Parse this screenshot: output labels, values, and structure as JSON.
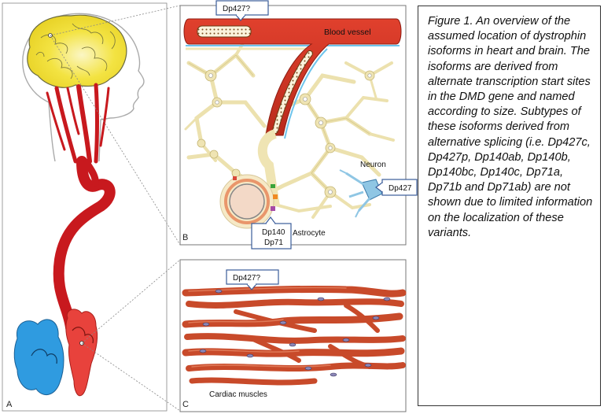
{
  "caption": "Figure 1. An overview of the assumed location of dystrophin isoforms in heart and brain. The isoforms are derived from alternate transcription start sites in the DMD gene and named according to size. Subtypes of these isoforms derived from alternative splicing (i.e. Dp427c, Dp427p, Dp140ab, Dp140b, Dp140bc, Dp140c, Dp71a, Dp71b and Dp71ab) are not shown due to limited information on the localization of these variants.",
  "panels": {
    "a": {
      "letter": "A"
    },
    "b": {
      "letter": "B",
      "callout_vessel": "Dp427?",
      "blood_vessel": "Blood vessel",
      "neuron": "Neuron",
      "callout_neuron": "Dp427",
      "astrocyte": "Astrocyte",
      "callout_astro_1": "Dp140",
      "callout_astro_2": "Dp71"
    },
    "c": {
      "letter": "C",
      "callout_muscle": "Dp427?",
      "cardiac_muscles": "Cardiac muscles"
    }
  },
  "colors": {
    "brain": "#f3e342",
    "artery": "#c8191e",
    "heart_red": "#e8423c",
    "heart_blue": "#2f9be0",
    "astrocyte": "#efe4b3",
    "astrocyte_outline": "#c4b574",
    "muscle": "#c84a2a",
    "callout_border": "#3a5c9a"
  }
}
